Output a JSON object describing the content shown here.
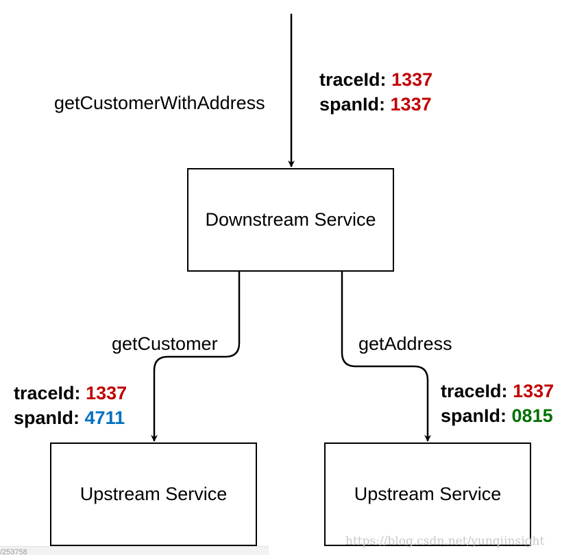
{
  "boxes": {
    "downstream": "Downstream Service",
    "upstream_left": "Upstream Service",
    "upstream_right": "Upstream Service"
  },
  "edges": {
    "incoming": "getCustomerWithAddress",
    "left": "getCustomer",
    "right": "getAddress"
  },
  "ids": {
    "incoming": {
      "trace_key": "traceId:",
      "trace_value": "1337",
      "span_key": "spanId:",
      "span_value": "1337",
      "trace_color": "#c00000",
      "span_color": "#c00000"
    },
    "left": {
      "trace_key": "traceId:",
      "trace_value": "1337",
      "span_key": "spanId:",
      "span_value": "4711",
      "trace_color": "#c00000",
      "span_color": "#0070c0"
    },
    "right": {
      "trace_key": "traceId:",
      "trace_value": "1337",
      "span_key": "spanId:",
      "span_value": "0815",
      "trace_color": "#c00000",
      "span_color": "#007000"
    }
  },
  "watermark": "https://blog.csdn.net/yunqiinsight",
  "footer_text": "/253758"
}
